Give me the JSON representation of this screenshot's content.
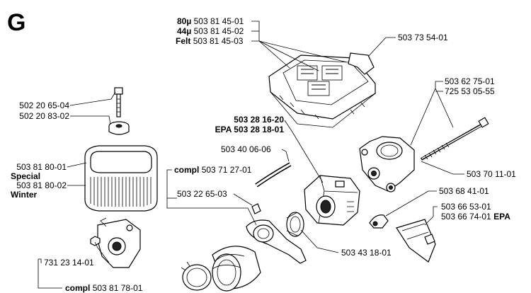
{
  "section": "G",
  "parts": {
    "bolt": "502 20 65-04",
    "nut": "502 20 83-02",
    "filter_special_number": "503 81 80-01",
    "filter_special_note": "Special",
    "filter_winter_number": "503 81 80-02",
    "filter_winter_note": "Winter",
    "cover_80_prefix": "80µ",
    "cover_80_number": "503 81 45-01",
    "cover_44_prefix": "44µ",
    "cover_44_number": "503 81 45-02",
    "cover_felt_prefix": "Felt",
    "cover_felt_number": "503 81 45-03",
    "cover_clip": "503 73 54-01",
    "carb_number": "503 28 16-20",
    "carb_epa_prefix": "EPA",
    "carb_epa_number": "503 28 18-01",
    "hose": "503 40 06-06",
    "kit_compl_prefix": "compl",
    "kit_compl_number": "503 71 27-01",
    "kit_clamp": "503 22 65-03",
    "intake_ring": "503 43 18-01",
    "choke_a": "503 62 75-01",
    "choke_b": "725 53 05-55",
    "choke_rod": "503 70 11-01",
    "lever": "503 68 41-01",
    "bracket_number": "503 66 53-01",
    "bracket_epa_number": "503 66 74-01",
    "bracket_epa_suffix": "EPA",
    "base_nut": "731 23 14-01",
    "base_compl_prefix": "compl",
    "base_compl_number": "503 81 78-01"
  }
}
